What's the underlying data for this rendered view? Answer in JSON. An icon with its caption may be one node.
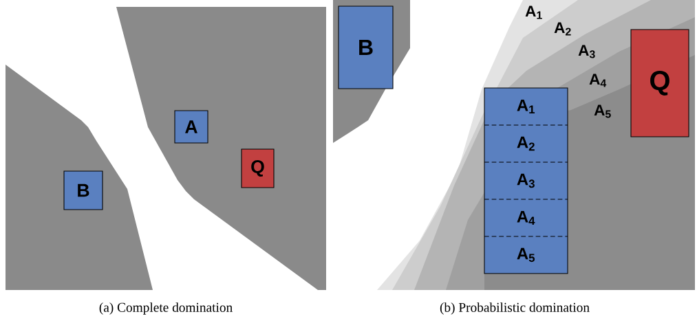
{
  "diagram": {
    "nodes": [
      {
        "text": [
          "A"
        ]
      },
      {
        "text": [
          "Q"
        ]
      },
      {
        "text": [
          "B"
        ]
      },
      {
        "text": [
          "B"
        ]
      },
      {
        "text": [],
        "shape": "box"
      },
      {
        "text": [
          "A$_{1}$"
        ],
        "in": 4
      },
      {
        "text": [
          "A$_{2}$"
        ],
        "in": 4
      },
      {
        "text": [
          "A$_{3}$"
        ],
        "in": 4
      },
      {
        "text": [
          "A$_{4}$"
        ],
        "in": 4
      },
      {
        "text": [
          "A$_{5}$"
        ],
        "in": 4
      },
      {
        "text": [
          "Q"
        ]
      }
    ],
    "labels": [
      "A$_{1}$",
      "A$_{2}$",
      "A$_{3}$",
      "A$_{4}$",
      "A$_{5}$",
      "(a) Complete domination",
      "(b) Probabilistic domination"
    ]
  }
}
